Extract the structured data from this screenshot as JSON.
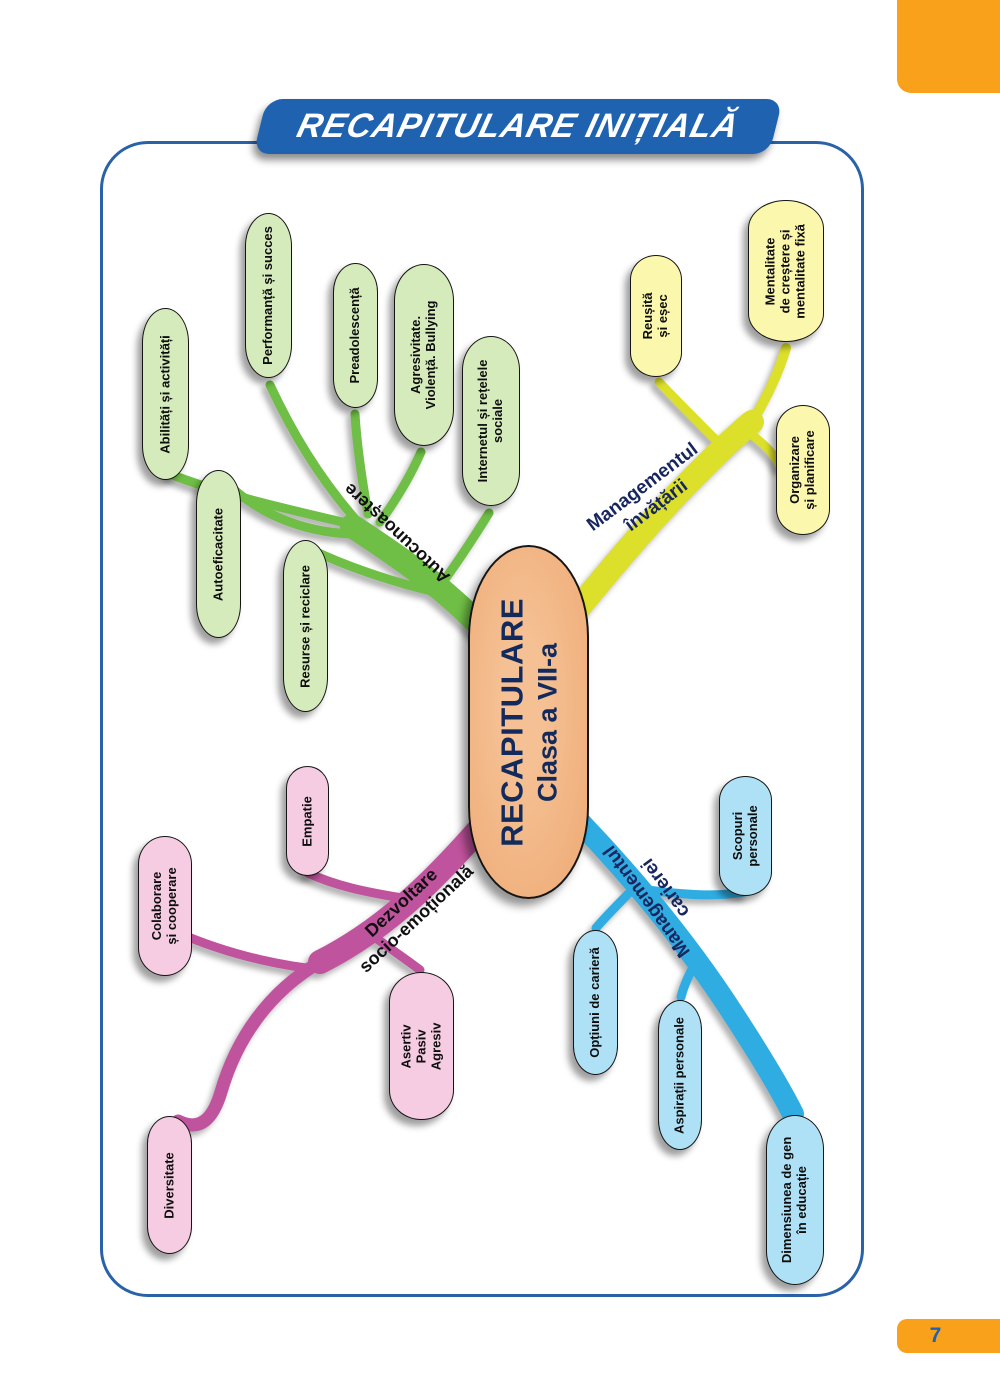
{
  "page": {
    "banner_title": "RECAPITULARE INIȚIALĂ",
    "page_number": "7"
  },
  "colors": {
    "banner_blue": "#1f63b0",
    "frame_blue": "#2a62a9",
    "accent_orange": "#f9a11b",
    "center_fill": "#efae7a",
    "green_branch": "#6fbe45",
    "green_node": "#d6ebbb",
    "yellow_branch": "#dce02a",
    "yellow_node": "#fbf7ac",
    "pink_branch": "#c0539d",
    "pink_node": "#f6cce2",
    "blue_branch": "#2fade3",
    "blue_node": "#aee1f5"
  },
  "center": {
    "title": "RECAPITULARE",
    "subtitle": "Clasa a VII-a"
  },
  "branches": {
    "autocunoastere": {
      "label": "Autocunoaștere",
      "nodes": [
        {
          "label": "Abilități și activități"
        },
        {
          "label": "Performanță și succes"
        },
        {
          "label": "Preadolescență"
        },
        {
          "label": "Agresivitate.\nViolență. Bullying"
        },
        {
          "label": "Internetul și rețelele\nsociale"
        },
        {
          "label": "Autoeficacitate"
        },
        {
          "label": "Resurse și reciclare"
        }
      ]
    },
    "managementul_invatarii": {
      "label": "Managementul\nînvățării",
      "nodes": [
        {
          "label": "Reușită\nși eșec"
        },
        {
          "label": "Mentalitate\nde creștere și\nmentalitate fixă"
        },
        {
          "label": "Organizare\nși planificare"
        }
      ]
    },
    "dezvoltare_socio_emotionala": {
      "label": "Dezvoltare\nsocio-emoțională",
      "nodes": [
        {
          "label": "Empatie"
        },
        {
          "label": "Colaborare\nși cooperare"
        },
        {
          "label": "Asertiv\nPasiv\nAgresiv"
        },
        {
          "label": "Diversitate"
        }
      ]
    },
    "managementul_carierei": {
      "label": "Managementul\ncarierei",
      "nodes": [
        {
          "label": "Scopuri\npersonale"
        },
        {
          "label": "Opțiuni de carieră"
        },
        {
          "label": "Aspirații personale"
        },
        {
          "label": "Dimensiunea de gen\nîn educație"
        }
      ]
    }
  }
}
